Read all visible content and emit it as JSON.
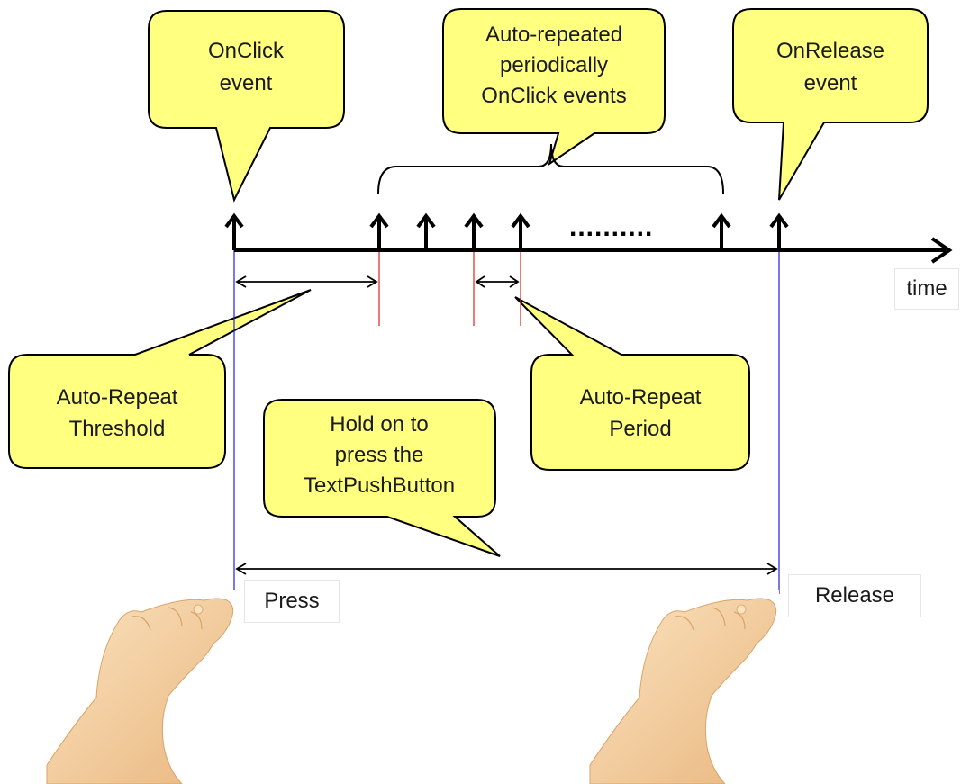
{
  "callouts": {
    "onclick": [
      "OnClick",
      "event"
    ],
    "autorepeated": [
      "Auto-repeated",
      "periodically",
      "OnClick events"
    ],
    "onrelease": [
      "OnRelease",
      "event"
    ],
    "threshold": [
      "Auto-Repeat",
      "Threshold"
    ],
    "period": [
      "Auto-Repeat",
      "Period"
    ],
    "hold": [
      "Hold on to",
      "press the",
      "TextPushButton"
    ]
  },
  "labels": {
    "time": "time",
    "press": "Press",
    "release": "Release",
    "dots": ".........."
  },
  "colors": {
    "callout_fill": "#ffff80",
    "callout_stroke": "#000000",
    "marker_red": "#e02020",
    "marker_blue": "#2020e0",
    "skin": "#f2cc9a"
  },
  "icons": [
    "hand-press-icon",
    "hand-release-icon"
  ]
}
